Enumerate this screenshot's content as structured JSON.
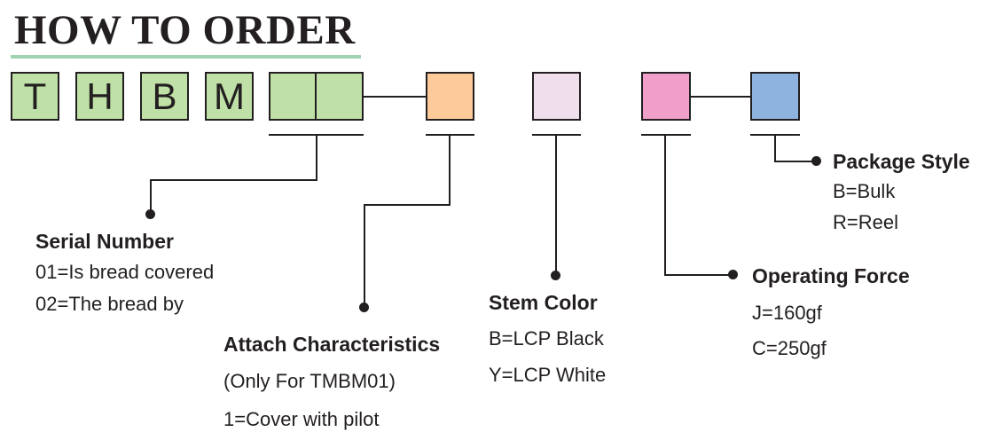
{
  "title": "HOW TO ORDER",
  "code_letters": [
    "T",
    "H",
    "B",
    "M"
  ],
  "box_colors": {
    "prefix": "#bfe0a7",
    "serial": "#bfe0a7",
    "attach": "#fdcb9a",
    "stem": "#efdfec",
    "force": "#ef9fc8",
    "package": "#8fb3df"
  },
  "serial_number": {
    "heading": "Serial Number",
    "options": [
      "01=Is bread covered",
      "02=The bread by"
    ]
  },
  "attach_characteristics": {
    "heading": "Attach Characteristics",
    "note": "(Only For TMBM01)",
    "options": [
      "1=Cover with pilot"
    ]
  },
  "stem_color": {
    "heading": "Stem Color",
    "options": [
      "B=LCP Black",
      "Y=LCP White"
    ]
  },
  "operating_force": {
    "heading": "Operating Force",
    "options": [
      "J=160gf",
      "C=250gf"
    ]
  },
  "package_style": {
    "heading": "Package Style",
    "options": [
      "B=Bulk",
      "R=Reel"
    ]
  }
}
